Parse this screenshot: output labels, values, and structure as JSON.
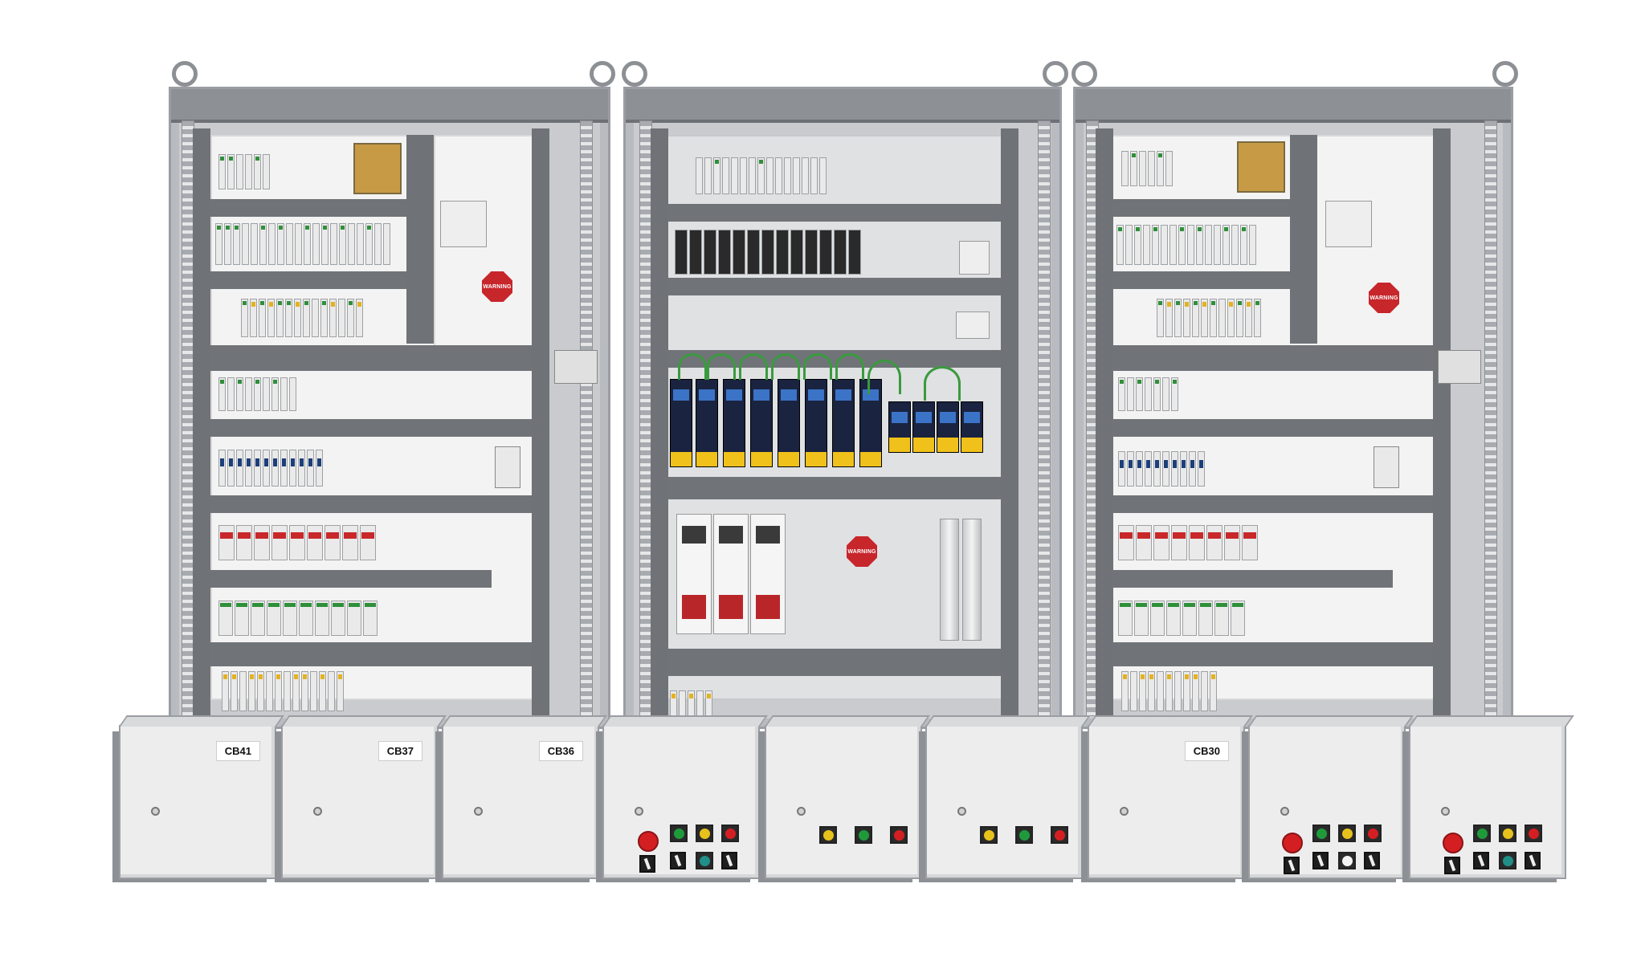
{
  "enclosures": [
    {
      "label": "CB41",
      "controls": "none"
    },
    {
      "label": "CB37",
      "controls": "none"
    },
    {
      "label": "CB36",
      "controls": "none"
    },
    {
      "label": "",
      "controls": "panel-a"
    },
    {
      "label": "",
      "controls": "panel-b"
    },
    {
      "label": "",
      "controls": "panel-b"
    },
    {
      "label": "CB30",
      "controls": "none"
    },
    {
      "label": "",
      "controls": "panel-c"
    },
    {
      "label": "",
      "controls": "panel-c"
    }
  ],
  "warning_sign_text": "WARNING",
  "colors": {
    "cabinet": "#c9cbce",
    "rail": "#707478",
    "backplate": "#f3f3f3",
    "indicator_red": "#d41f22",
    "indicator_green": "#1f9a3b",
    "indicator_yellow": "#e8c21c",
    "indicator_white": "#f4f4f4",
    "indicator_teal": "#1f8f87"
  }
}
